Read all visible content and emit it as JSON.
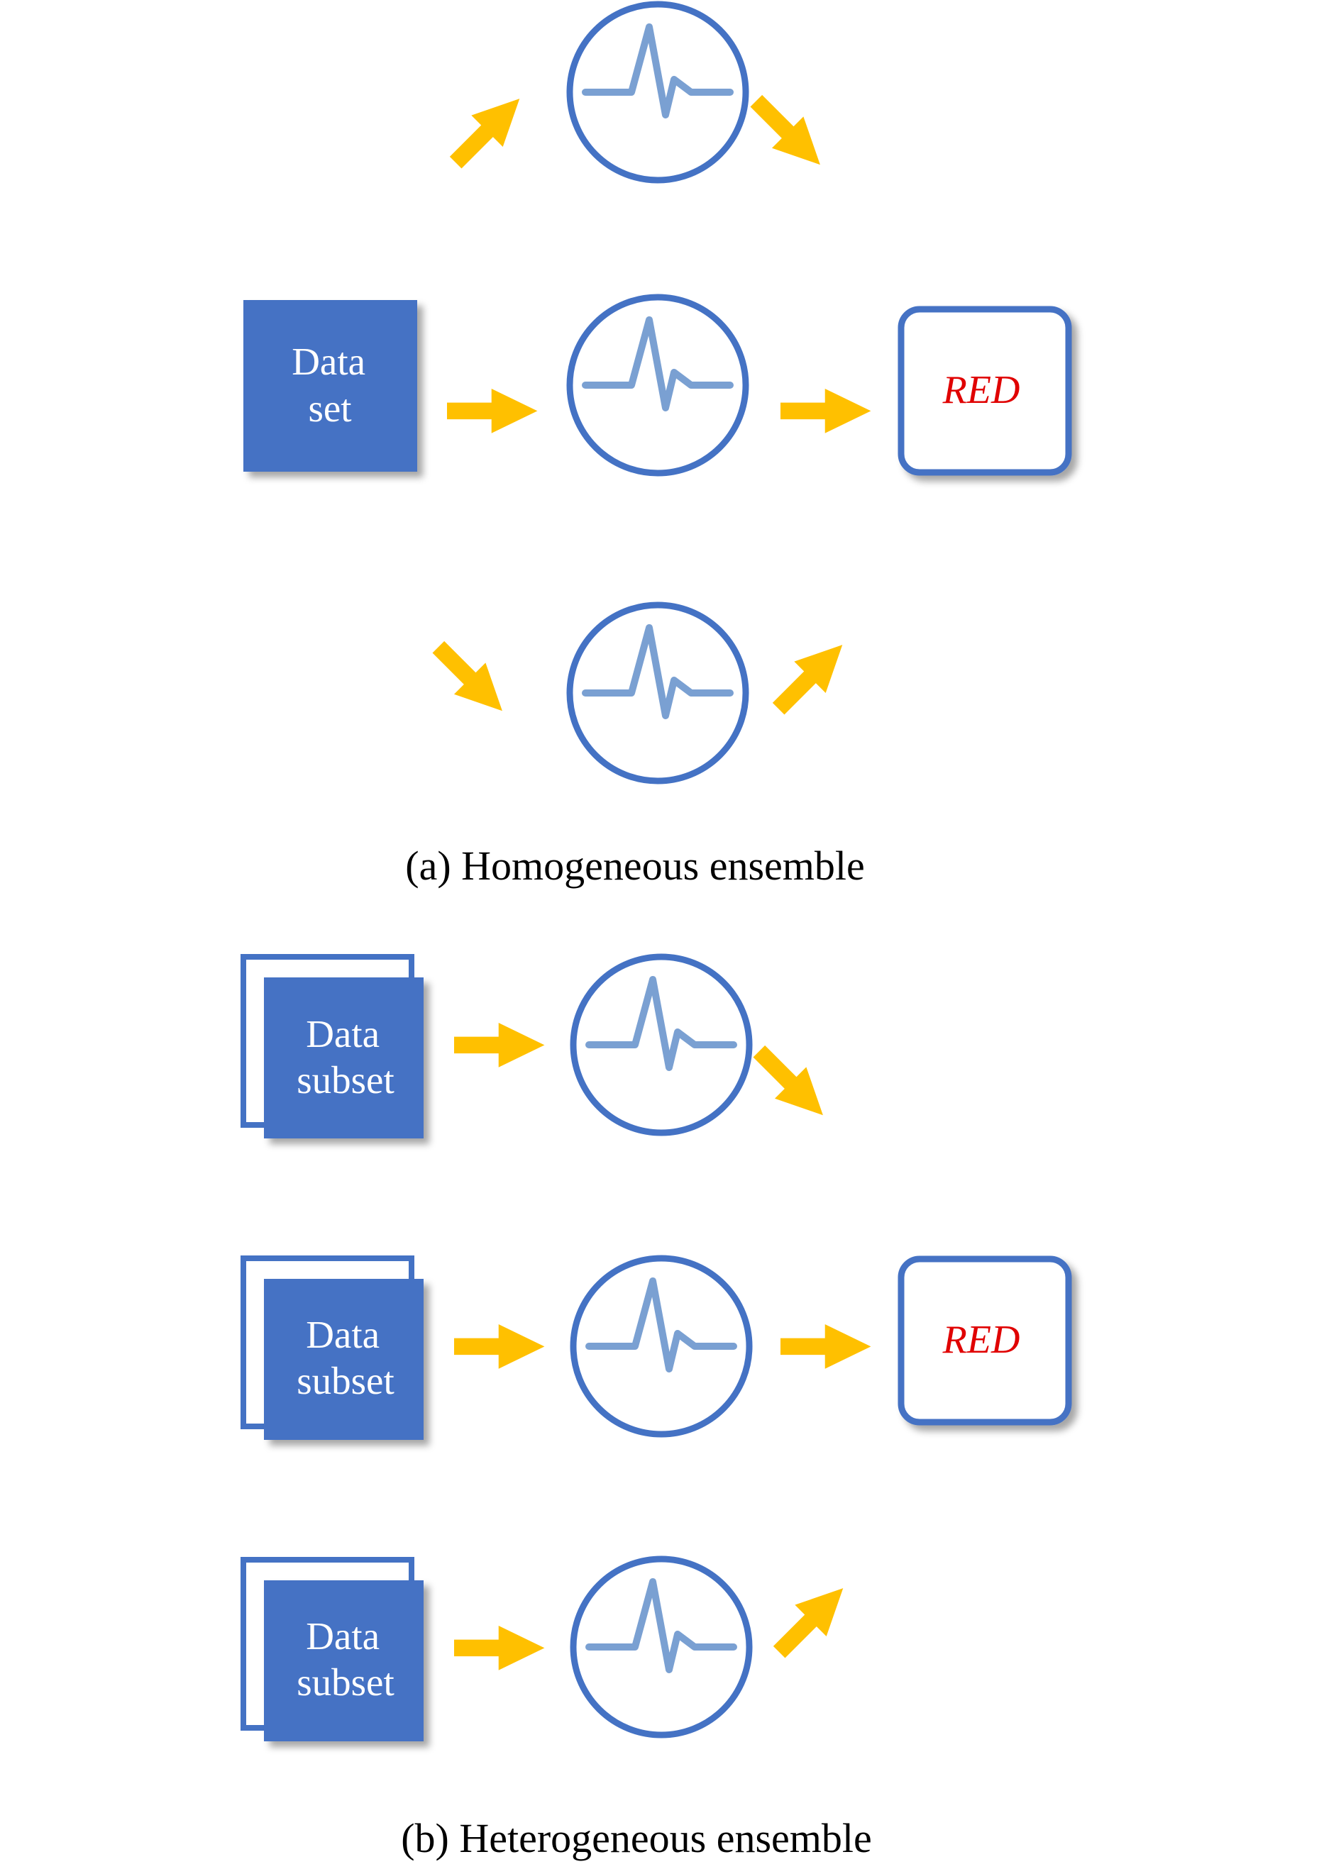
{
  "panel_a": {
    "caption": "(a) Homogeneous ensemble",
    "dataset_label": [
      "Data",
      "set"
    ],
    "output_label": "RED"
  },
  "panel_b": {
    "caption": "(b) Heterogeneous ensemble",
    "subset_labels": [
      [
        "Data",
        "subset"
      ],
      [
        "Data",
        "subset"
      ],
      [
        "Data",
        "subset"
      ]
    ],
    "output_label": "RED"
  },
  "colors": {
    "box_blue": "#4472c4",
    "waveform": "#7aa0d2",
    "arrow_yellow": "#ffc000",
    "output_text_red": "#e00000"
  },
  "icons": {
    "learner": "waveform-circle-icon",
    "arrow": "arrow-icon"
  }
}
